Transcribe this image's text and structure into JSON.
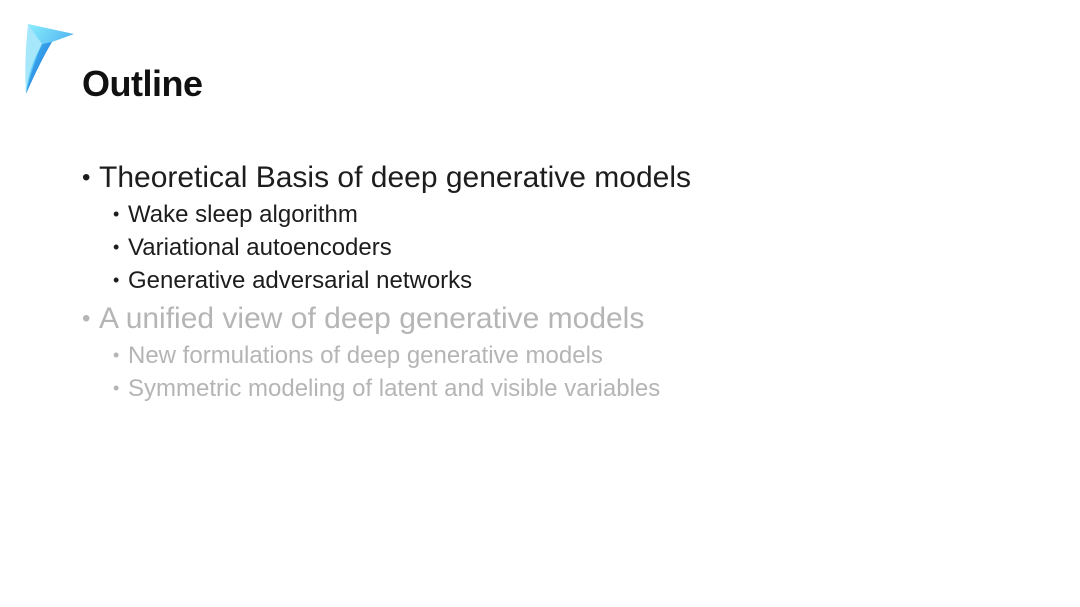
{
  "slide": {
    "title": "Outline",
    "brand_colors": {
      "logo_light": "#7ee8fa",
      "logo_mid": "#3fb6f0",
      "logo_dark": "#1466d8",
      "active_text": "#1d1d1d",
      "dim_text": "#b5b5b5"
    },
    "logo_icon": "blue-feather-logo-icon",
    "sections": [
      {
        "label": "Theoretical Basis of deep generative models",
        "state": "active",
        "items": [
          "Wake sleep algorithm",
          "Variational autoencoders",
          "Generative adversarial networks"
        ]
      },
      {
        "label": "A unified view of deep generative models",
        "state": "dimmed",
        "items": [
          "New formulations of deep generative models",
          "Symmetric modeling of latent and visible variables"
        ]
      }
    ]
  }
}
